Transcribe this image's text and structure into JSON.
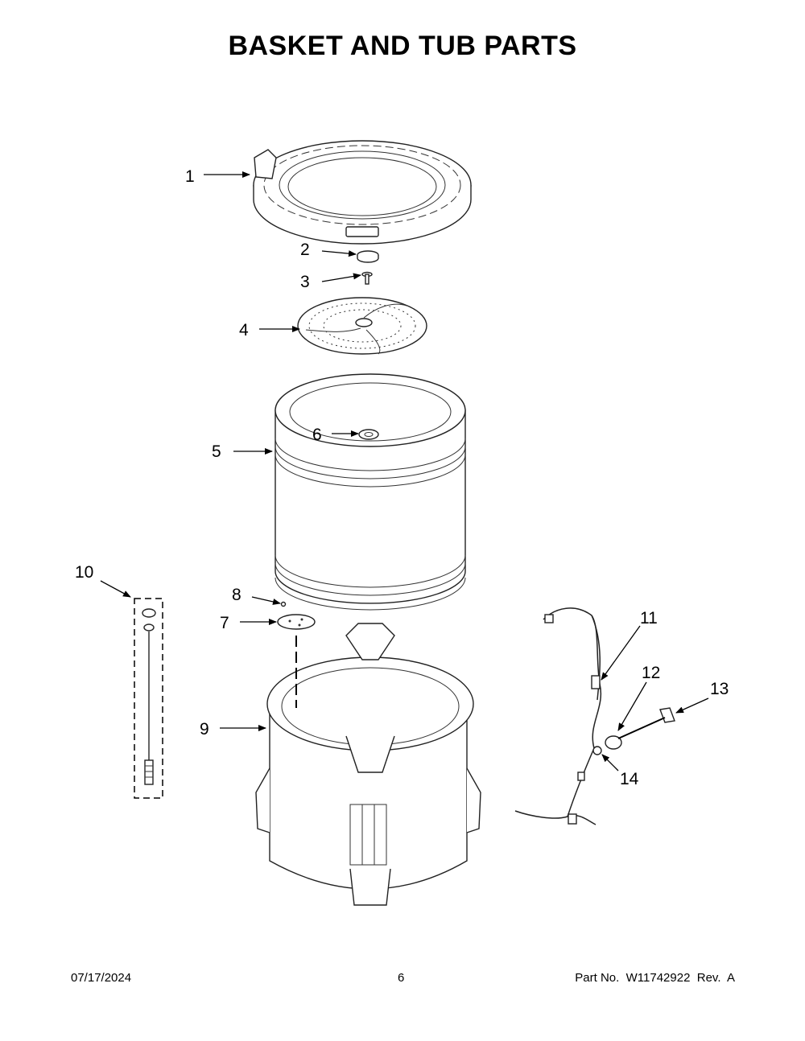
{
  "title": "BASKET AND TUB PARTS",
  "callouts": [
    {
      "label": "1"
    },
    {
      "label": "2"
    },
    {
      "label": "3"
    },
    {
      "label": "4"
    },
    {
      "label": "5"
    },
    {
      "label": "6"
    },
    {
      "label": "7"
    },
    {
      "label": "8"
    },
    {
      "label": "9"
    },
    {
      "label": "10"
    },
    {
      "label": "11"
    },
    {
      "label": "12"
    },
    {
      "label": "13"
    },
    {
      "label": "14"
    }
  ],
  "footer": {
    "date": "07/17/2024",
    "page": "6",
    "part": "Part No.  W11742922  Rev.  A"
  }
}
